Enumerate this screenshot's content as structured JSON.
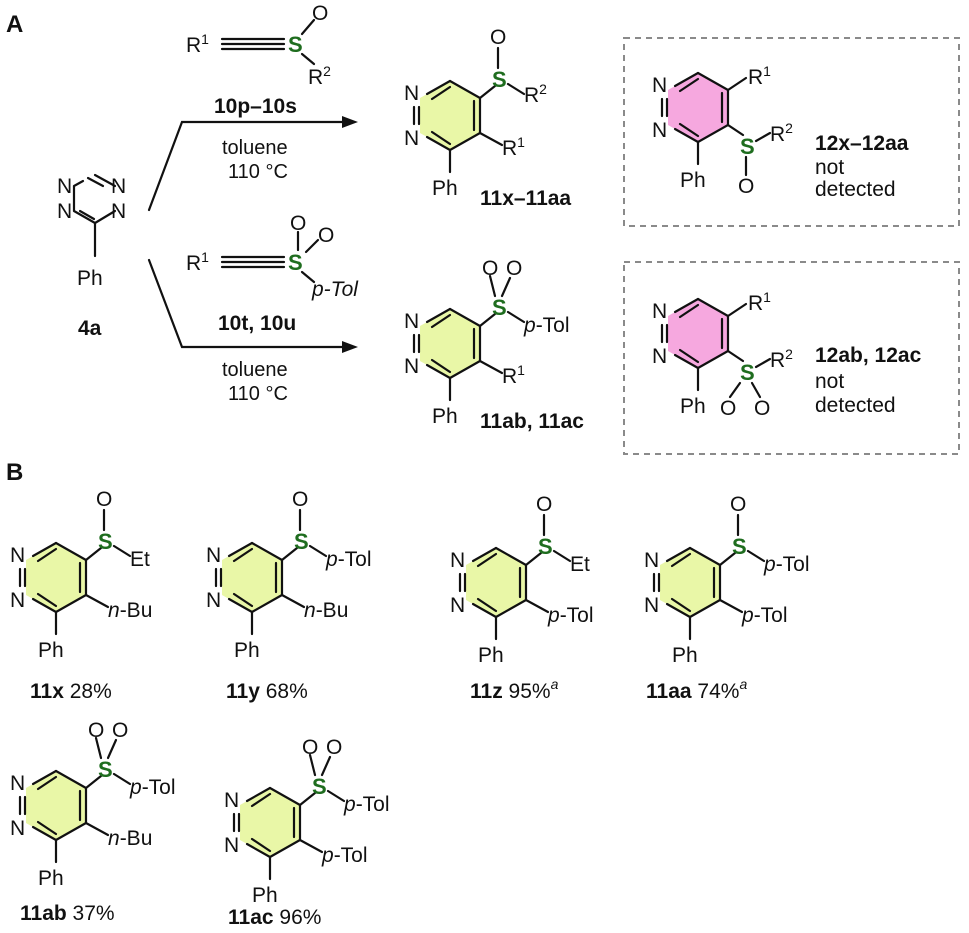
{
  "panels": {
    "a": "A",
    "b": "B"
  },
  "colors": {
    "pyridazine_highlight": "#e9f7a7",
    "regioisomer_highlight": "#f6a8df",
    "sulfur": "#1f6d1f",
    "dashed_box": "#8a8a8a"
  },
  "start": {
    "label": "4a",
    "substituent": "Ph"
  },
  "atoms": {
    "N": "N",
    "S": "S",
    "O": "O"
  },
  "reaction_sulfoxide": {
    "reagent_label": "10p–10s",
    "r1": "R",
    "r1_sup": "1",
    "r2": "R",
    "r2_sup": "2",
    "solvent": "toluene",
    "temp": "110 °C",
    "product_label": "11x–11aa",
    "product_ph": "Ph",
    "not_formed_label": "12x–12aa",
    "not_formed_line1": "not",
    "not_formed_line2": "detected"
  },
  "reaction_sulfone": {
    "reagent_label": "10t, 10u",
    "ptol": "p-Tol",
    "solvent": "toluene",
    "temp": "110 °C",
    "product_label": "11ab, 11ac",
    "not_formed_label": "12ab, 12ac",
    "not_formed_line1": "not",
    "not_formed_line2": "detected"
  },
  "products": [
    {
      "label": "11x",
      "yield": "28%",
      "footnote": "",
      "sub_s": "Et",
      "sub_r": "n-Bu"
    },
    {
      "label": "11y",
      "yield": "68%",
      "footnote": "",
      "sub_s": "p-Tol",
      "sub_r": "n-Bu"
    },
    {
      "label": "11z",
      "yield": "95%",
      "footnote": "a",
      "sub_s": "Et",
      "sub_r": "p-Tol"
    },
    {
      "label": "11aa",
      "yield": "74%",
      "footnote": "a",
      "sub_s": "p-Tol",
      "sub_r": "p-Tol"
    },
    {
      "label": "11ab",
      "yield": "37%",
      "footnote": "",
      "sub_s": "p-Tol",
      "sub_r": "n-Bu"
    },
    {
      "label": "11ac",
      "yield": "96%",
      "footnote": "",
      "sub_s": "p-Tol",
      "sub_r": "p-Tol"
    }
  ]
}
